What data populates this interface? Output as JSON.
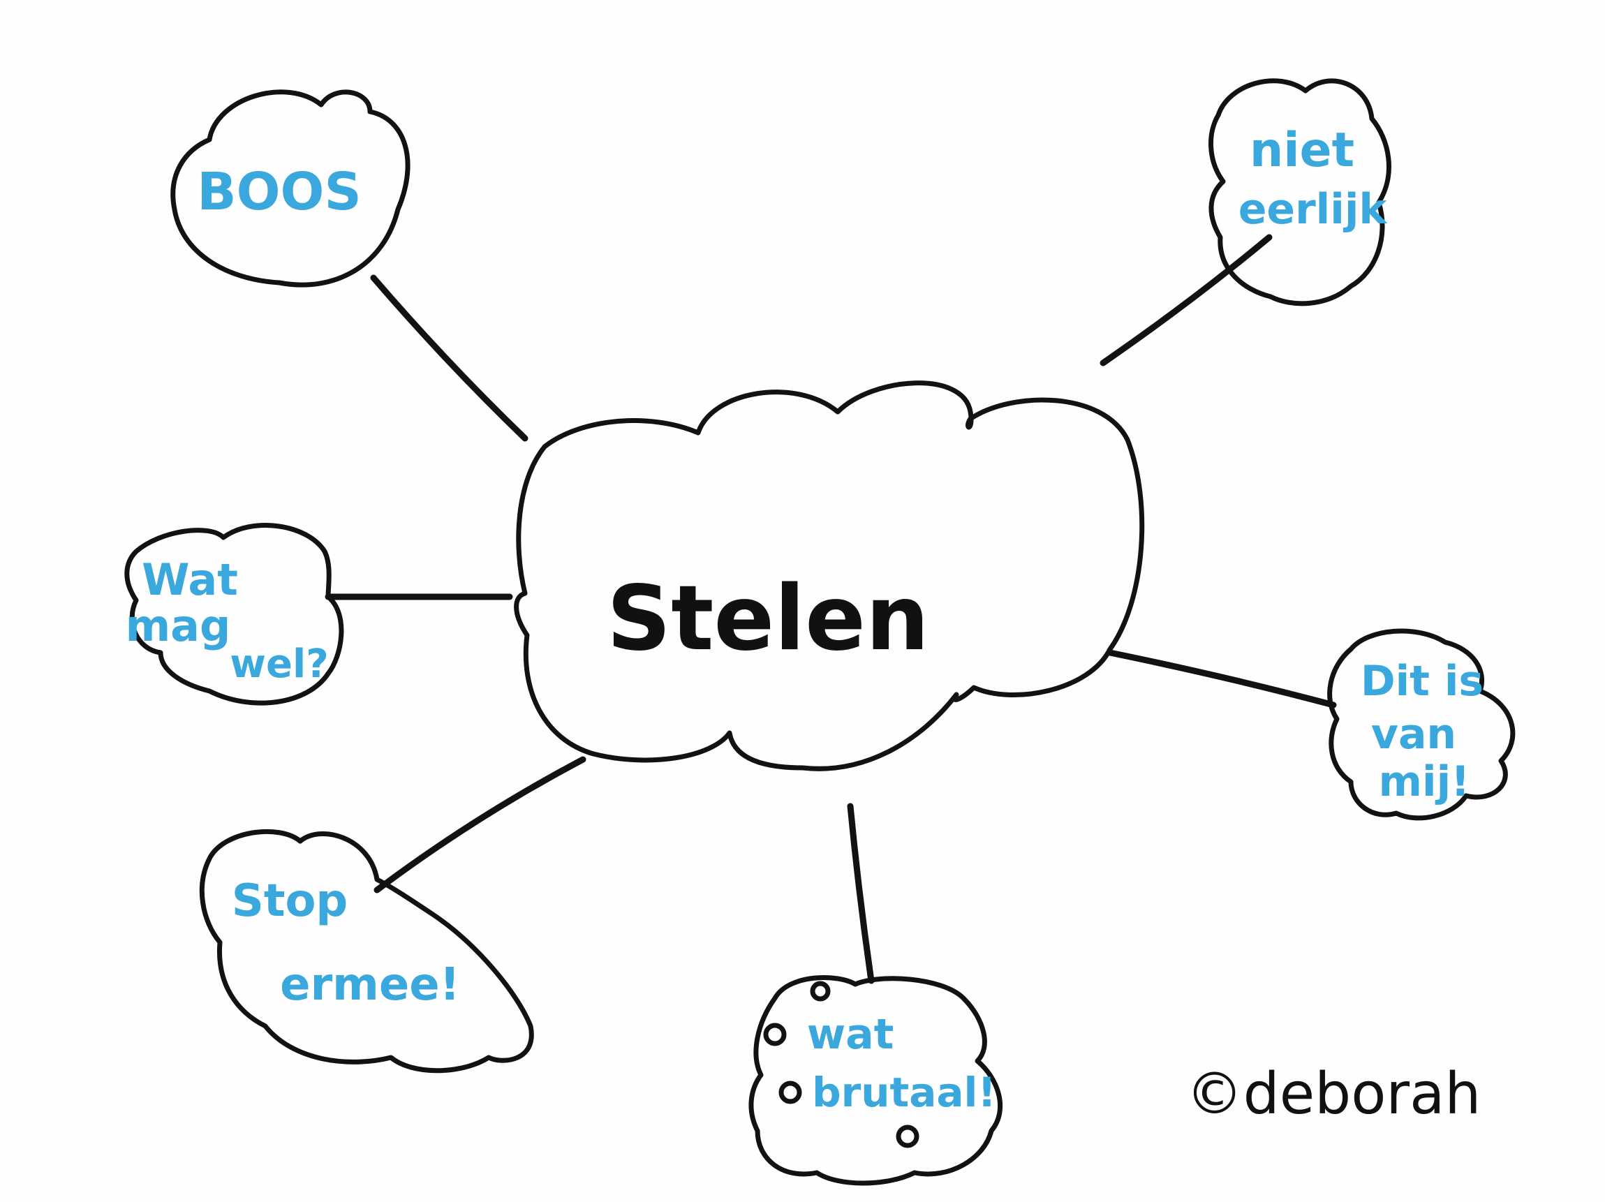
{
  "center": {
    "text": "Stelen"
  },
  "bubbles": [
    {
      "id": "boos",
      "lines": [
        "BOOS"
      ]
    },
    {
      "id": "niet-eerlijk",
      "lines": [
        "niet",
        "eerlijk"
      ]
    },
    {
      "id": "wat-mag-wel",
      "lines": [
        "Wat",
        "mag",
        "wel?"
      ]
    },
    {
      "id": "dit-is-van-mij",
      "lines": [
        "Dit is",
        "van",
        "mij!"
      ]
    },
    {
      "id": "stop-ermee",
      "lines": [
        "Stop",
        "ermee!"
      ]
    },
    {
      "id": "wat-brutaal",
      "lines": [
        "wat",
        "brutaal!"
      ]
    }
  ],
  "signature": {
    "text": "©deborah"
  },
  "colors": {
    "ink": "#121212",
    "label": "#3aa7dd",
    "paper": "#fefefe"
  }
}
